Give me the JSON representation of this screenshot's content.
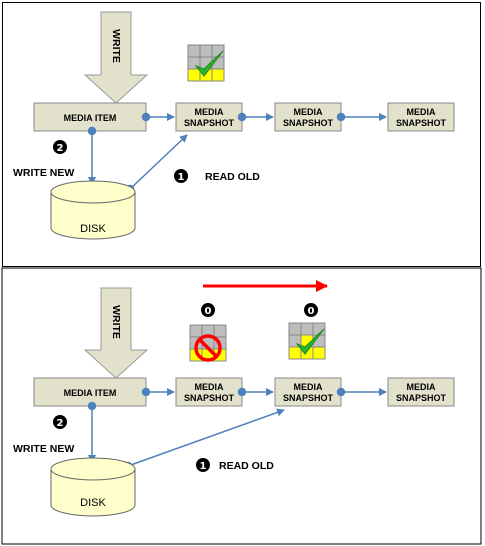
{
  "top": {
    "write_label": "WRITE",
    "media_item": "MEDIA ITEM",
    "snapshot_line1": "MEDIA",
    "snapshot_line2": "SNAPSHOT",
    "write_new": "WRITE NEW",
    "read_old": "READ OLD",
    "disk": "DISK",
    "badge_write": "2",
    "badge_read": "1"
  },
  "bottom": {
    "write_label": "WRITE",
    "media_item": "MEDIA ITEM",
    "snapshot_line1": "MEDIA",
    "snapshot_line2": "SNAPSHOT",
    "write_new": "WRITE NEW",
    "read_old": "READ OLD",
    "disk": "DISK",
    "badge_write": "2",
    "badge_read": "1",
    "badge_block1": "0",
    "badge_block2": "0"
  },
  "colors": {
    "box_fill": "#e2e2cc",
    "disk_fill": "#ffffcc",
    "connector": "#4f81bd",
    "grid_yellow": "#ffff00",
    "grid_gray": "#bdbdbd",
    "check": "#2db52d",
    "no_sign": "#ff0000",
    "progress_arrow": "#ff0000"
  }
}
